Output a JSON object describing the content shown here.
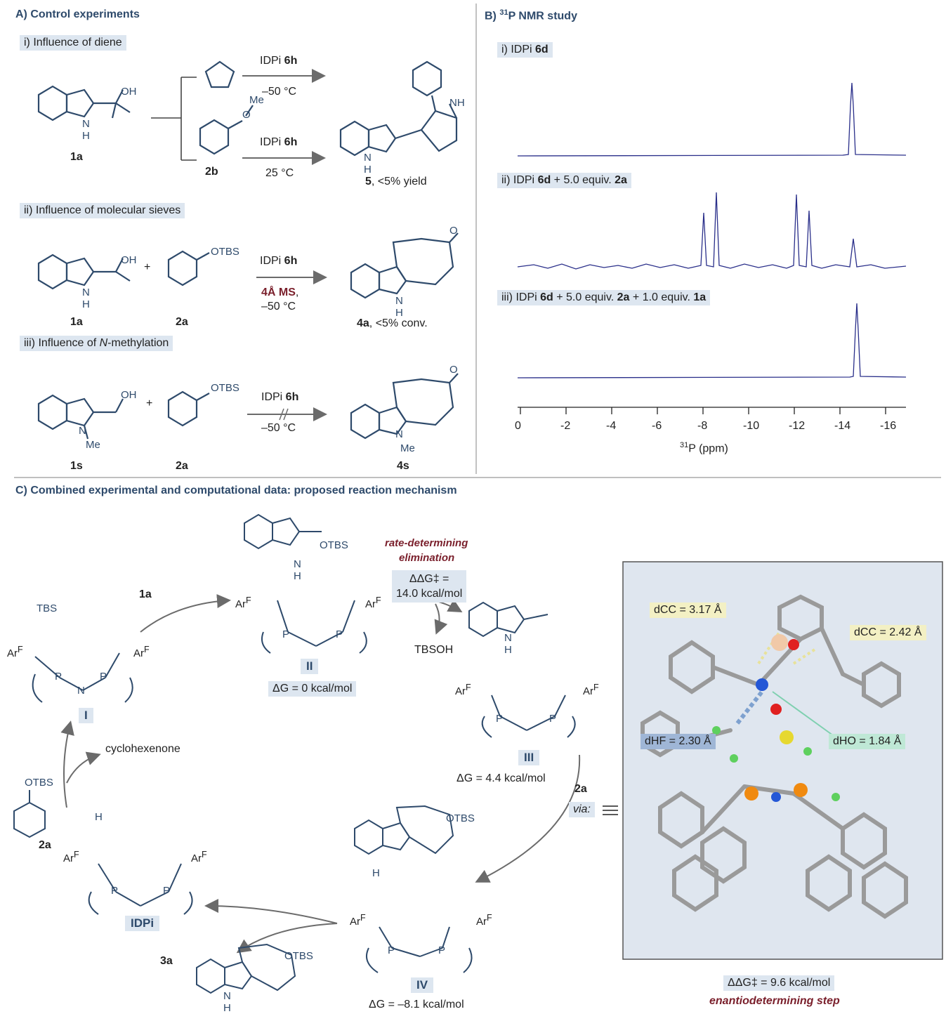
{
  "panelA": {
    "title": "A) Control experiments",
    "sub1": {
      "label": "i) Influence of diene",
      "reagent1_top": "IDPi ",
      "reagent1_bold": "6h",
      "temp1": "–50 °C",
      "reagent2_top": "IDPi ",
      "reagent2_bold": "6h",
      "temp2": "25 °C",
      "start": "1a",
      "diene": "2b",
      "ome": "Me",
      "product": "5",
      "product_note": ", <5% yield"
    },
    "sub2": {
      "label": "ii) Influence of molecular sieves",
      "reagent_top": "IDPi ",
      "reagent_bold": "6h",
      "ms": "4Å MS",
      "temp": "–50 °C",
      "start": "1a",
      "diene": "2a",
      "product": "4a",
      "product_note": ", <5% conv."
    },
    "sub3": {
      "label_pre": "iii) Influence of ",
      "label_it": "N",
      "label_post": "-methylation",
      "reagent_top": "IDPi ",
      "reagent_bold": "6h",
      "temp": "–50 °C",
      "start": "1s",
      "diene": "2a",
      "product": "4s",
      "me": "Me"
    }
  },
  "panelB": {
    "title_pre": "B) ",
    "title_sup": "31",
    "title_post": "P NMR study",
    "spec1": {
      "pre": "i) IDPi ",
      "b1": "6d"
    },
    "spec2": {
      "pre": "ii) IDPi ",
      "b1": "6d",
      "mid": " + 5.0 equiv. ",
      "b2": "2a"
    },
    "spec3": {
      "pre": "iii) IDPi ",
      "b1": "6d",
      "mid": " + 5.0 equiv. ",
      "b2": "2a",
      "mid2": " + 1.0 equiv. ",
      "b3": "1a"
    },
    "axis_ticks": [
      "0",
      "-2",
      "-4",
      "-6",
      "-8",
      "-10",
      "-12",
      "-14",
      "-16"
    ],
    "axis_label_sup": "31",
    "axis_label": "P (ppm)"
  },
  "panelC": {
    "title": "C) Combined experimental and computational data: proposed reaction mechanism",
    "rds1": "rate-determining",
    "rds2": "elimination",
    "ddg1": "ΔΔG‡ =",
    "ddg2": "14.0 kcal/mol",
    "tbsoh": "TBSOH",
    "cyclohexenone": "cyclohexenone",
    "via": "via:",
    "reagent_1a": "1a",
    "reagent_2a": "2a",
    "left_2a": "2a",
    "prod_3a": "3a",
    "otbs": "OTBS",
    "tbs": "TBS",
    "intermediates": {
      "I": "I",
      "II": "II",
      "III": "III",
      "IV": "IV",
      "IDPi": "IDPi"
    },
    "energies": {
      "II": "ΔG = 0 kcal/mol",
      "III": "ΔG = 4.4 kcal/mol",
      "IV": "ΔG = –8.1 kcal/mol"
    },
    "ts": {
      "dcc1": "dCC = 3.17 Å",
      "dcc2": "dCC = 2.42 Å",
      "dhf": "dHF = 2.30 Å",
      "dho": "dHO = 1.84 Å",
      "ddg": "ΔΔG‡ = 9.6 kcal/mol",
      "step": "enantiodetermining step"
    },
    "colors": {
      "accent": "#2e4a6b",
      "box": "#dde6f0",
      "red": "#7a1f2b"
    }
  }
}
